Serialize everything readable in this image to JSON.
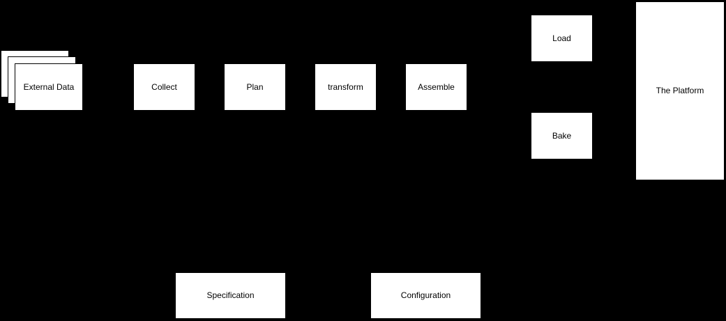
{
  "diagram": {
    "background_color": "#000000",
    "node_fill_color": "#ffffff",
    "node_border_color": "#000000",
    "node_text_color": "#000000",
    "nodes": {
      "external_data": {
        "label": "External Data",
        "shape": "stacked-sheets"
      },
      "collect": {
        "label": "Collect",
        "shape": "rectangle"
      },
      "plan": {
        "label": "Plan",
        "shape": "rectangle"
      },
      "transform": {
        "label": "transform",
        "shape": "rectangle"
      },
      "assemble": {
        "label": "Assemble",
        "shape": "rectangle"
      },
      "load": {
        "label": "Load",
        "shape": "rectangle"
      },
      "bake": {
        "label": "Bake",
        "shape": "rectangle"
      },
      "platform": {
        "label": "The Platform",
        "shape": "tall-rectangle"
      },
      "specification": {
        "label": "Specification",
        "shape": "wide-rectangle"
      },
      "configuration": {
        "label": "Configuration",
        "shape": "wide-rectangle"
      }
    }
  }
}
